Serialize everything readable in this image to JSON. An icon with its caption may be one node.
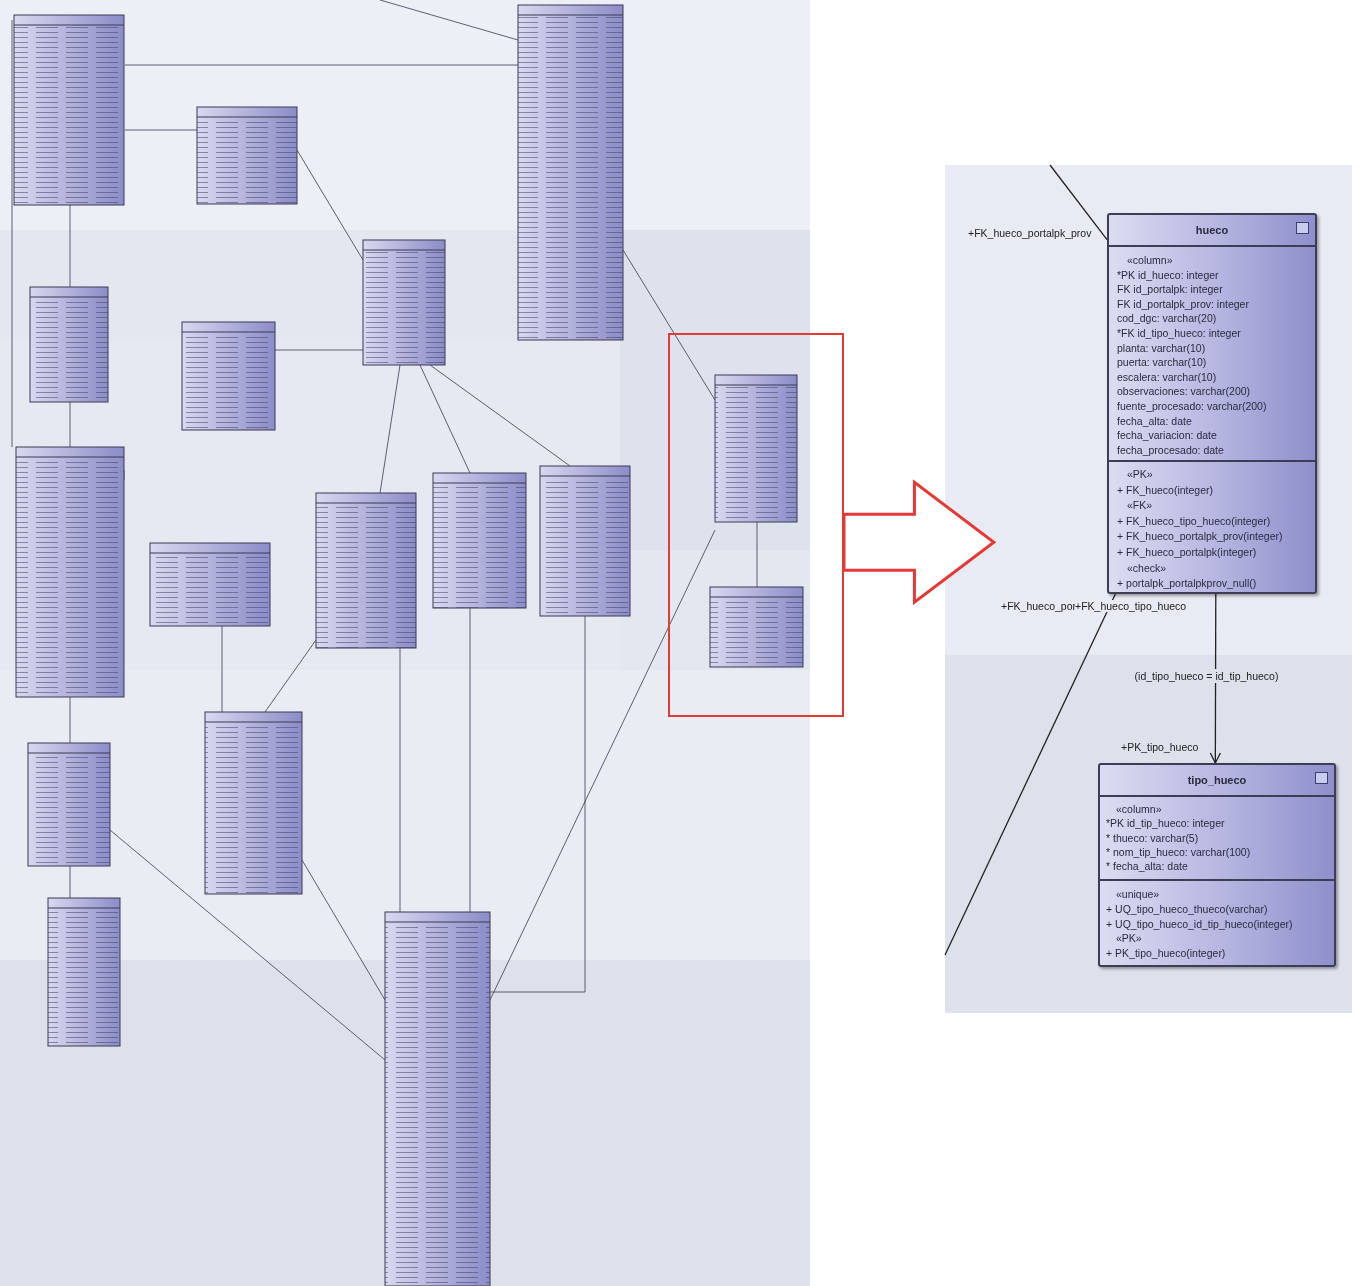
{
  "diagram": {
    "nodes": [
      {
        "text": [],
        "shape": "picture"
      },
      {
        "text": [],
        "shape": "box"
      },
      {
        "text": [],
        "shape": "box"
      },
      {
        "text": [
          "hueco",
          "«column»",
          "*PK id_hueco: integer",
          "FK id_portalpk: integer",
          "FK id_portalpk_prov: integer",
          "cod_dgc: varchar(20)",
          "*FK id_tipo_hueco: integer",
          "planta: varchar(10)",
          "puerta: varchar(10)",
          "escalera: varchar(10)",
          "observaciones: varchar(200)",
          "fuente_procesado: varchar(200)",
          "fecha_alta: date",
          "fecha_variacion: date",
          "fecha_procesado: date",
          "«PK»",
          "+ FK_hueco(integer)",
          "«FK»",
          "+ FK_hueco_tipo_hueco(integer)",
          "+ FK_hueco_portalpk_prov(integer)",
          "+ FK_hueco_portalpk(integer)",
          "«check»",
          "+ portalpk_portalpkprov_null()"
        ],
        "beside": [
          "+FK_hueco_portalpk_prov"
        ],
        "in": 2
      },
      {
        "text": [
          "tipo_hueco",
          "«column»",
          "*PK id_tip_hueco: integer",
          "* thueco: varchar(5)",
          "* nom_tip_hueco: varchar(100)",
          "* fecha_alta: date",
          "«unique»",
          "+ UQ_tipo_hueco_thueco(varchar)",
          "+ UQ_tipo_hueco_id_tip_hueco(integer)",
          "«PK»",
          "+ PK_tipo_hueco(integer)"
        ],
        "beside": [
          "+PK_tipo_hueco"
        ],
        "in": 2
      }
    ],
    "edges": [
      {
        "from": 1,
        "to": 2,
        "arrow": "to",
        "style": "thick",
        "color": "#e53935"
      },
      {
        "from": 3,
        "to": 4,
        "arrow": "to",
        "label": "(id_tipo_hueco = id_tip_hueco)"
      },
      {
        "from": null,
        "to": 3,
        "arrow": "none"
      },
      {
        "from": null,
        "to": 3,
        "arrow": "none"
      }
    ],
    "labels": [
      "+FK_hueco_por",
      "+FK_hueco_tipo_hueco"
    ]
  }
}
